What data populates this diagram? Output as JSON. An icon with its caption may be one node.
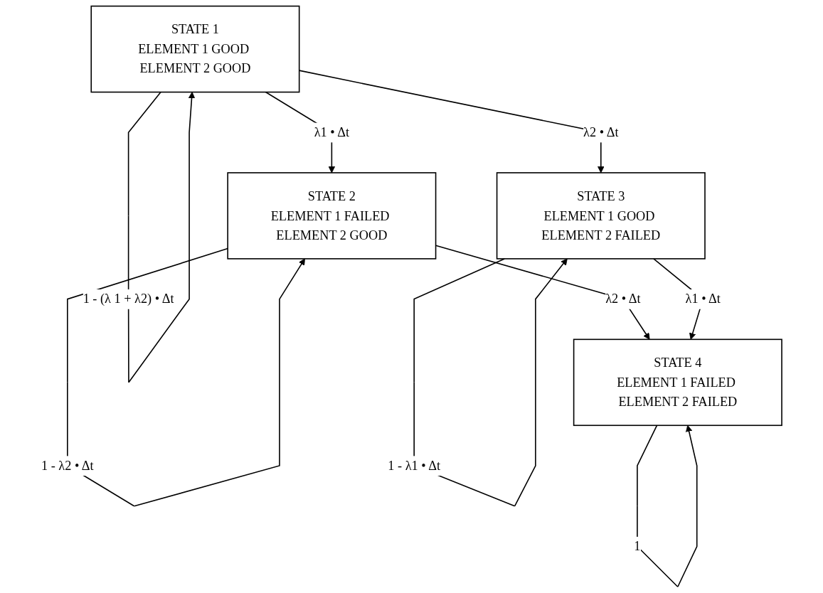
{
  "diagram": {
    "nodes": [
      {
        "text": [
          "STATE 1",
          "ELEMENT 1 GOOD ELEMENT 2 GOOD"
        ]
      },
      {
        "text": [
          "STATE 2",
          "ELEMENT 1 FAILED ELEMENT 2 GOOD"
        ]
      },
      {
        "text": [
          "STATE 3",
          "ELEMENT 1 GOOD ELEMENT 2 FAILED"
        ]
      },
      {
        "text": [
          "STATE 4",
          "ELEMENT 1 FAILED ELEMENT 2 FAILED"
        ]
      }
    ],
    "edges": [
      {
        "from": 0,
        "to": 0,
        "arrow": "to",
        "label": "1 - (λ 1 + λ2) • Δt"
      },
      {
        "from": 0,
        "to": 1,
        "arrow": "to",
        "label": "λ1 • Δt"
      },
      {
        "from": 0,
        "to": 2,
        "arrow": "to",
        "label": "λ2 • Δt"
      },
      {
        "from": 1,
        "to": 1,
        "arrow": "to",
        "label": "1 - λ2 • Δt"
      },
      {
        "from": 2,
        "to": 2,
        "arrow": "to",
        "label": "1 - λ1 • Δt"
      },
      {
        "from": 1,
        "to": 3,
        "arrow": "to",
        "label": "λ2 • Δt"
      },
      {
        "from": 2,
        "to": 3,
        "arrow": "to",
        "label": "λ1 • Δt"
      },
      {
        "from": 3,
        "to": 3,
        "arrow": "to",
        "label": "1"
      }
    ]
  }
}
